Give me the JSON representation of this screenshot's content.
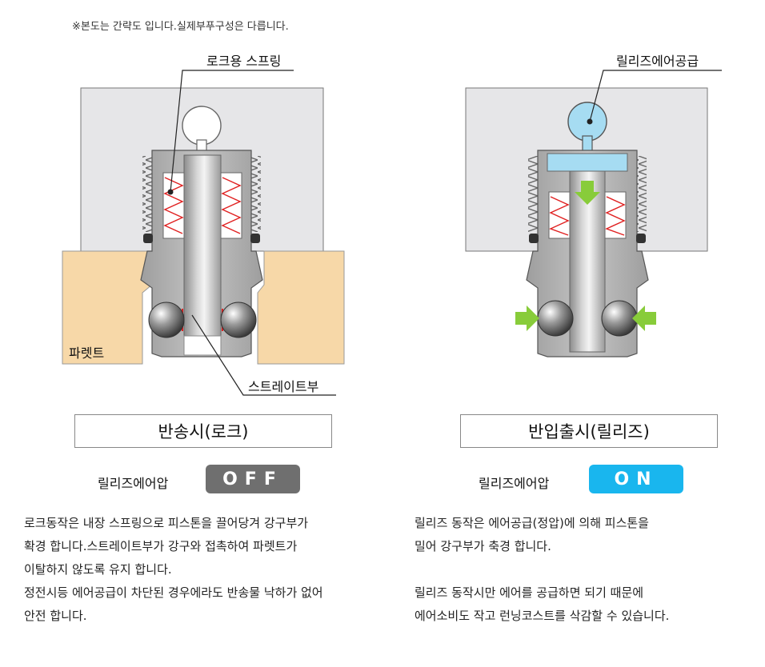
{
  "note": "※본도는 간략도 입니다.실제부푸구성은 다릅니다.",
  "lock": {
    "spring_label": "로크용 스프링",
    "pallet_label": "파렛트",
    "straight_label": "스트레이트부",
    "caption": "반송시(로크)",
    "air_label": "릴리즈에어압",
    "state": "OFF",
    "description": [
      "로크동작은 내장 스프링으로 피스톤을 끌어당겨 강구부가",
      "확경 합니다.스트레이트부가 강구와 접촉하여 파렛트가",
      "이탈하지 않도록 유지 합니다.",
      "정전시등 에어공급이 차단된 경우에라도 반송물 낙하가 없어",
      "안전 합니다."
    ]
  },
  "release": {
    "supply_label": "릴리즈에어공급",
    "caption": "반입출시(릴리즈)",
    "air_label": "릴리즈에어압",
    "state": "ON",
    "description": [
      "릴리즈 동작은 에어공급(정압)에 의해 피스톤을",
      "밀어 강구부가 축경 합니다.",
      "",
      "릴리즈 동작시만 에어를 공급하면 되기 때문에",
      "에어소비도 작고 런닝코스트를 삭감할 수 있습니다."
    ]
  },
  "colors": {
    "block": "#e6e6e8",
    "pallet": "#f7d8a8",
    "air": "#a6dcf2",
    "spring": "#e02020",
    "arrow_green": "#88cc3a",
    "off": "#6f6f6f",
    "on": "#19b6ee"
  }
}
